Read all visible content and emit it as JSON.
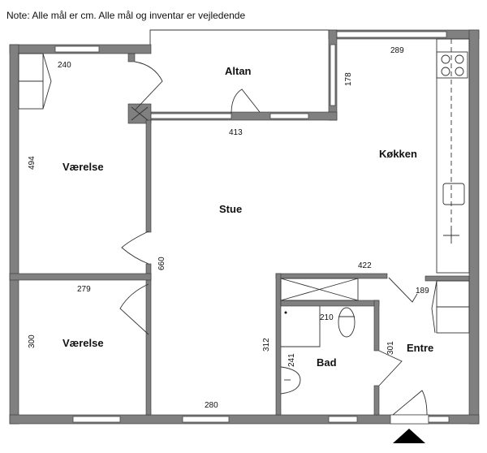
{
  "note": "Note: Alle mål er cm. Alle mål og inventar er vejledende",
  "rooms": {
    "altan": "Altan",
    "kokken": "Køkken",
    "vaerelse_1": "Værelse",
    "stue": "Stue",
    "vaerelse_2": "Værelse",
    "bad": "Bad",
    "entre": "Entre"
  },
  "dimensions": {
    "d240": "240",
    "d178": "178",
    "d289": "289",
    "d413": "413",
    "d494": "494",
    "d660": "660",
    "d422": "422",
    "d189": "189",
    "d279": "279",
    "d210": "210",
    "d300": "300",
    "d312": "312",
    "d301": "301",
    "d241": "241",
    "d280": "280"
  },
  "colors": {
    "wall": "#808080",
    "line": "#333333"
  }
}
